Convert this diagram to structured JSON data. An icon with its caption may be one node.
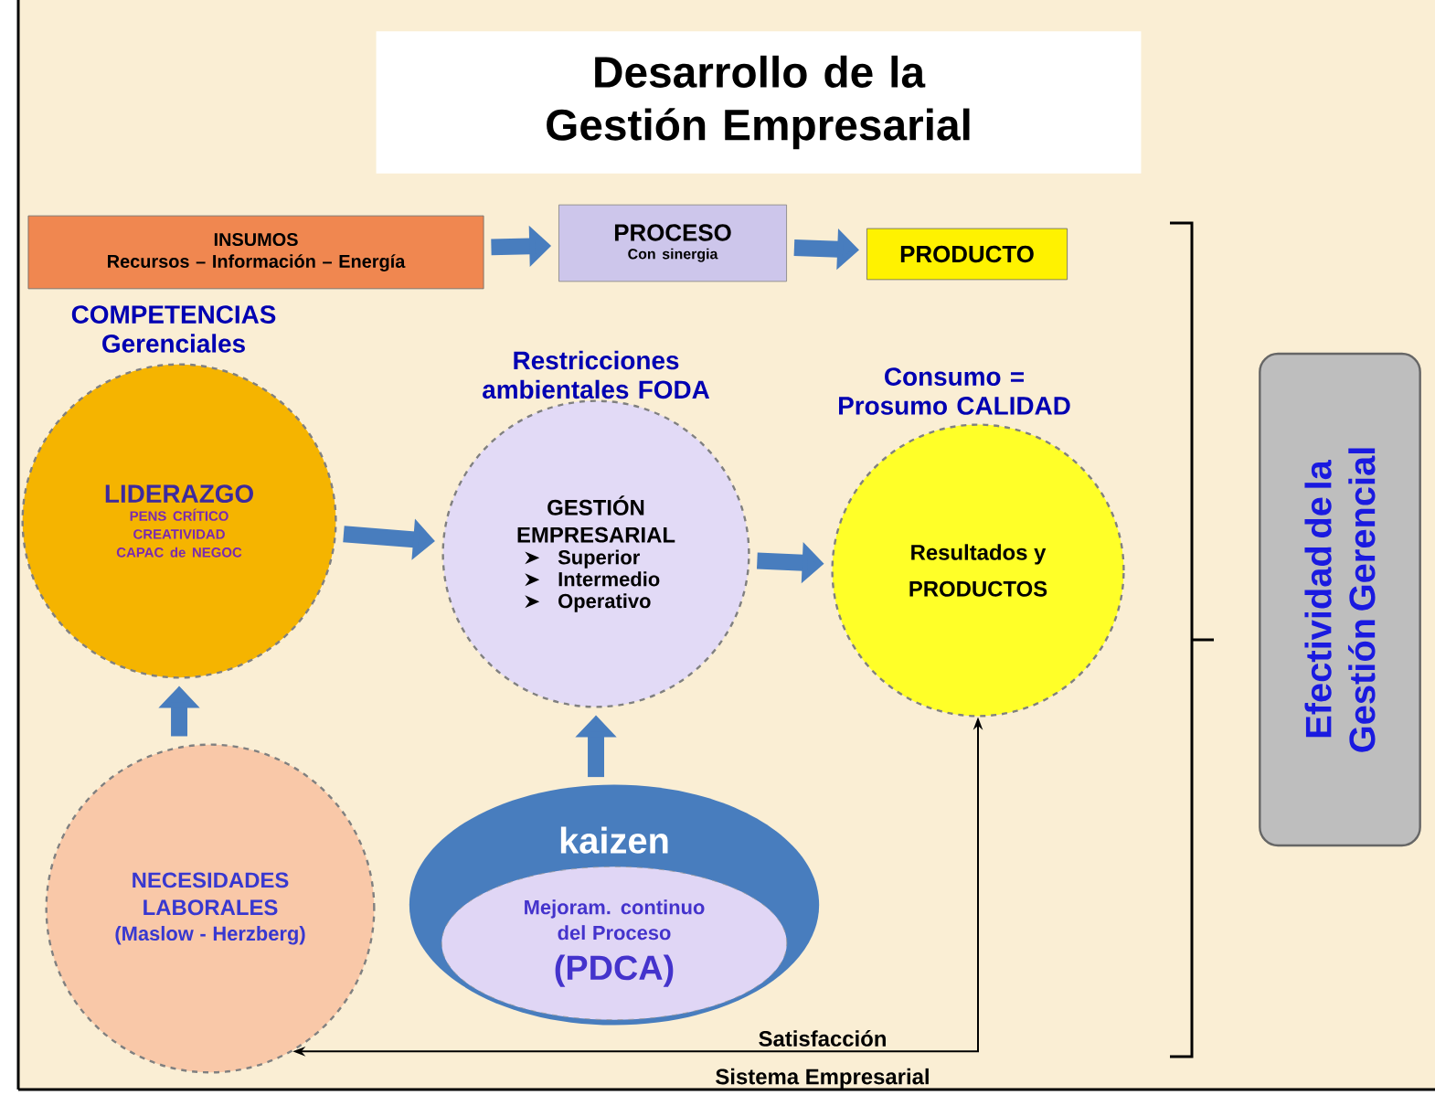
{
  "diagram": {
    "title": "Desarrollo de la Gestión Empresarial",
    "nodes": [
      {
        "text": [
          "INSUMOS",
          "Recursos – Información – Energía"
        ]
      },
      {
        "text": [
          "PROCESO",
          "Con sinergia"
        ]
      },
      {
        "text": [
          "PRODUCTO"
        ]
      },
      {
        "text": [
          "LIDERAZGO",
          "PENS CRÍTICO",
          "CREATIVIDAD",
          "CAPAC de NEGOC"
        ],
        "beside": [
          "COMPETENCIAS Gerenciales"
        ]
      },
      {
        "text": [
          "GESTIÓN EMPRESARIAL",
          "Superior",
          "Intermedio",
          "Operativo"
        ],
        "beside": [
          "Restricciones ambientales FODA"
        ]
      },
      {
        "text": [
          "Resultados y PRODUCTOS"
        ],
        "beside": [
          "Consumo = Prosumo CALIDAD"
        ]
      },
      {
        "text": [
          "NECESIDADES LABORALES",
          "(Maslow - Herzberg)"
        ]
      },
      {
        "text": [
          "kaizen"
        ]
      },
      {
        "text": [
          "Mejoram. continuo del Proceso",
          "(PDCA)"
        ],
        "in": 7
      },
      {
        "text": [
          "Efectividad de la Gestión Gerencial"
        ]
      }
    ],
    "edges": [
      {
        "from": 0,
        "to": 1,
        "arrow": "to"
      },
      {
        "from": 1,
        "to": 2,
        "arrow": "to"
      },
      {
        "from": 3,
        "to": 4,
        "arrow": "to"
      },
      {
        "from": 4,
        "to": 5,
        "arrow": "to"
      },
      {
        "from": 6,
        "to": 3,
        "arrow": "to"
      },
      {
        "from": 7,
        "to": 4,
        "arrow": "to"
      },
      {
        "from": 5,
        "to": 6,
        "arrow": "both",
        "label": "Satisfacción",
        "color": "#000000"
      }
    ],
    "labels": [
      "Sistema Empresarial"
    ]
  }
}
